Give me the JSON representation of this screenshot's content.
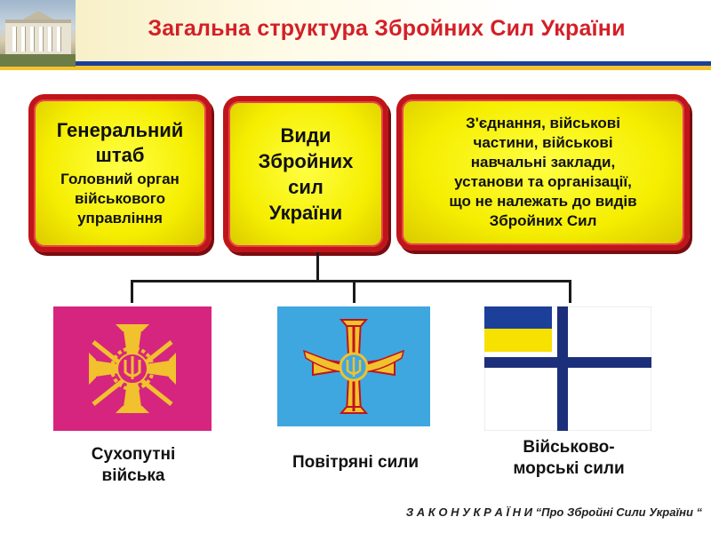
{
  "header": {
    "title": "Загальна структура Збройних Сил України",
    "photo_icon": "building-photo"
  },
  "boxes": {
    "general_staff": {
      "title_line1": "Генеральний",
      "title_line2": "штаб",
      "desc_line1": "Головний орган",
      "desc_line2": "військового",
      "desc_line3": "управління"
    },
    "branches": {
      "line1": "Види",
      "line2": "Збройних",
      "line3": "сил",
      "line4": "України"
    },
    "other_units": {
      "line1": "З'єднання, військові",
      "line2": "частини, військові",
      "line3": "навчальні заклади,",
      "line4": "установи та організації,",
      "line5": "що не належать до видів",
      "line6": "Збройних Сил"
    }
  },
  "branches_list": [
    {
      "caption_line1": "Сухопутні",
      "caption_line2": "війська",
      "flag_icon": "land-forces-flag",
      "flag_color": "#d6257e"
    },
    {
      "caption_line1": "Повітряні сили",
      "caption_line2": "",
      "flag_icon": "air-force-flag",
      "flag_color": "#3fa7e0"
    },
    {
      "caption_line1": "Військово-",
      "caption_line2": "морські сили",
      "flag_icon": "navy-flag",
      "flag_color": "#1c2f7a"
    }
  ],
  "footer": {
    "text": "З А К О Н  У К Р А Ї Н И “Про Збройні Сили України “"
  },
  "colors": {
    "title": "#d41f27",
    "box_fill": "#f5ee00",
    "box_border": "#c0141b",
    "stripe_blue": "#1c3f9a",
    "stripe_yellow": "#f4c430"
  }
}
